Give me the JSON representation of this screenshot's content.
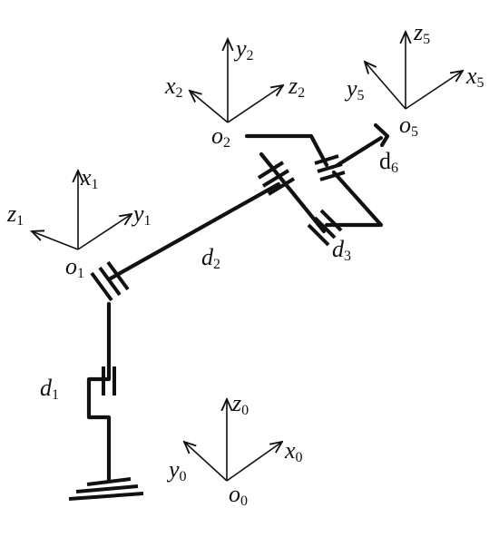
{
  "frames": {
    "base": {
      "origin": {
        "main": "o",
        "sub": "0"
      },
      "x": {
        "main": "x",
        "sub": "0"
      },
      "y": {
        "main": "y",
        "sub": "0"
      },
      "z": {
        "main": "z",
        "sub": "0"
      }
    },
    "frame1": {
      "origin": {
        "main": "o",
        "sub": "1"
      },
      "x": {
        "main": "x",
        "sub": "1"
      },
      "y": {
        "main": "y",
        "sub": "1"
      },
      "z": {
        "main": "z",
        "sub": "1"
      }
    },
    "frame2": {
      "origin": {
        "main": "o",
        "sub": "2"
      },
      "x": {
        "main": "x",
        "sub": "2"
      },
      "y": {
        "main": "y",
        "sub": "2"
      },
      "z": {
        "main": "z",
        "sub": "2"
      }
    },
    "frame5": {
      "origin": {
        "main": "o",
        "sub": "5"
      },
      "x": {
        "main": "x",
        "sub": "5"
      },
      "y": {
        "main": "y",
        "sub": "5"
      },
      "z": {
        "main": "z",
        "sub": "5"
      }
    }
  },
  "links": {
    "d1": {
      "main": "d",
      "sub": "1"
    },
    "d2": {
      "main": "d",
      "sub": "2"
    },
    "d3": {
      "main": "d",
      "sub": "3"
    },
    "d6": {
      "main": "d",
      "sub": "6"
    }
  },
  "colors": {
    "ink": "#111111",
    "background": "#ffffff"
  }
}
